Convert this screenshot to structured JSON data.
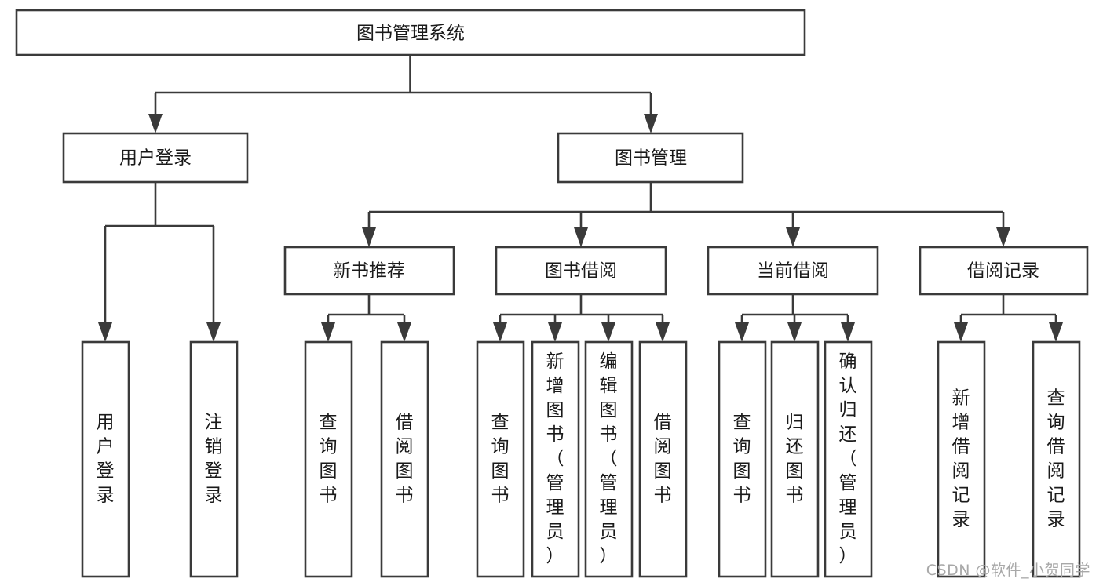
{
  "diagram": {
    "type": "hierarchy-tree",
    "title": "图书管理系统",
    "root": {
      "id": "root",
      "label": "图书管理系统",
      "orientation": "horizontal"
    },
    "level2": [
      {
        "id": "user-login",
        "label": "用户登录",
        "orientation": "horizontal"
      },
      {
        "id": "book-manage",
        "label": "图书管理",
        "orientation": "horizontal"
      }
    ],
    "level3": [
      {
        "id": "new-book-recommend",
        "label": "新书推荐",
        "orientation": "horizontal"
      },
      {
        "id": "book-borrow",
        "label": "图书借阅",
        "orientation": "horizontal"
      },
      {
        "id": "current-borrow",
        "label": "当前借阅",
        "orientation": "horizontal"
      },
      {
        "id": "borrow-record",
        "label": "借阅记录",
        "orientation": "horizontal"
      }
    ],
    "leaves": {
      "user-login": [
        {
          "id": "leaf-user-login",
          "label": "用户登录",
          "orientation": "vertical"
        },
        {
          "id": "leaf-logout-login",
          "label": "注销登录",
          "orientation": "vertical"
        }
      ],
      "new-book-recommend": [
        {
          "id": "leaf-query-book-1",
          "label": "查询图书",
          "orientation": "vertical"
        },
        {
          "id": "leaf-borrow-book-1",
          "label": "借阅图书",
          "orientation": "vertical"
        }
      ],
      "book-borrow": [
        {
          "id": "leaf-query-book-2",
          "label": "查询图书",
          "orientation": "vertical"
        },
        {
          "id": "leaf-add-book-admin",
          "label": "新增图书（管理员）",
          "orientation": "vertical"
        },
        {
          "id": "leaf-edit-book-admin",
          "label": "编辑图书（管理员）",
          "orientation": "vertical"
        },
        {
          "id": "leaf-borrow-book-2",
          "label": "借阅图书",
          "orientation": "vertical"
        }
      ],
      "current-borrow": [
        {
          "id": "leaf-query-book-3",
          "label": "查询图书",
          "orientation": "vertical"
        },
        {
          "id": "leaf-return-book",
          "label": "归还图书",
          "orientation": "vertical"
        },
        {
          "id": "leaf-confirm-return-admin",
          "label": "确认归还（管理员）",
          "orientation": "vertical"
        }
      ],
      "borrow-record": [
        {
          "id": "leaf-add-borrow-record",
          "label": "新增借阅记录",
          "orientation": "vertical"
        },
        {
          "id": "leaf-query-borrow-record",
          "label": "查询借阅记录",
          "orientation": "vertical"
        }
      ]
    },
    "colors": {
      "stroke": "#3a3a3a",
      "fill": "#ffffff",
      "text": "#1a1a1a",
      "watermark": "#a8a8a8",
      "background": "#ffffff"
    }
  },
  "watermark": {
    "text": "CSDN @软件_小贺同学"
  }
}
